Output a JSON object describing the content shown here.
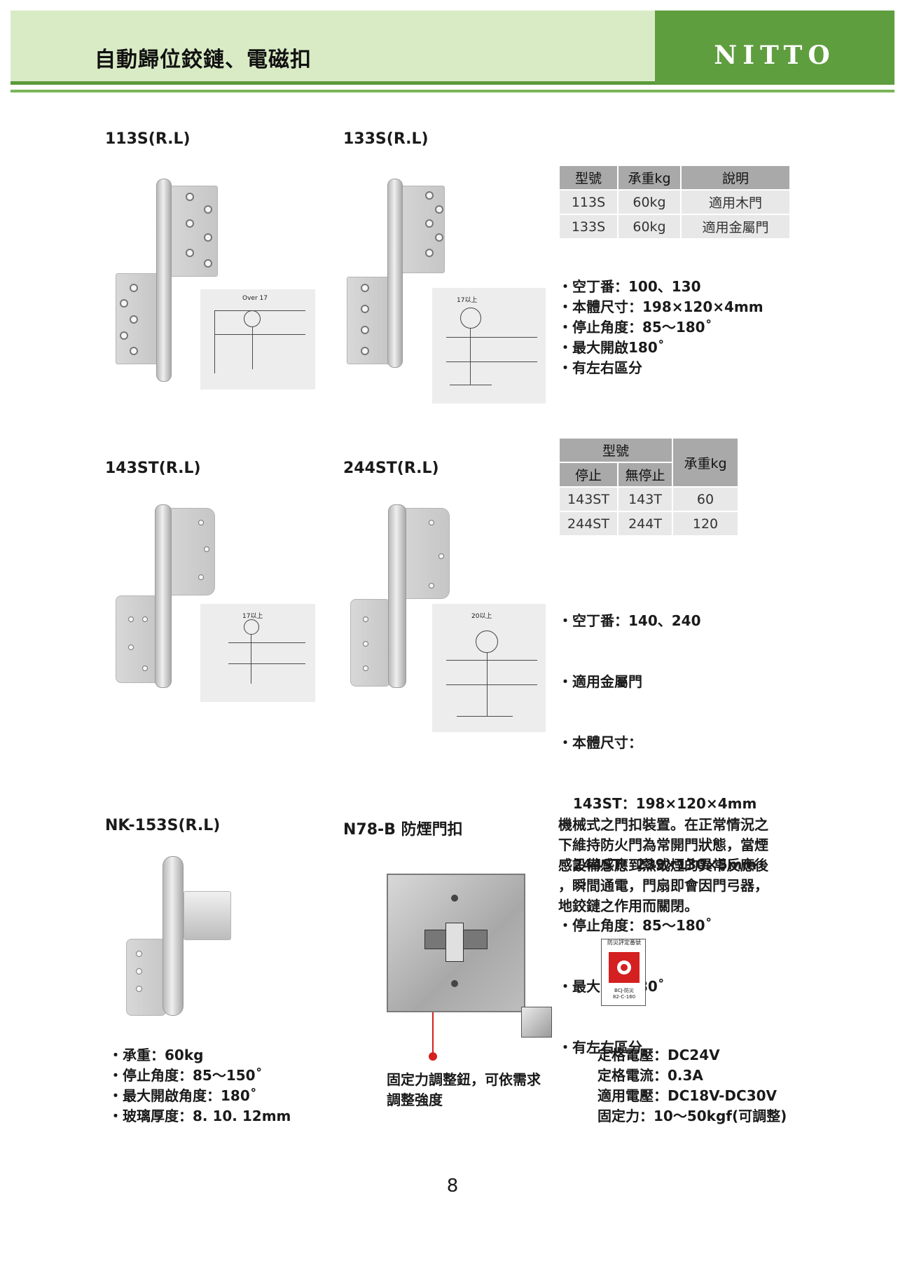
{
  "header": {
    "title": "自動歸位鉸鏈、電磁扣",
    "brand": "NITTO"
  },
  "section1": {
    "model_a": "113S(R.L)",
    "model_b": "133S(R.L)",
    "diagram_a_label": "Over 17",
    "diagram_b_label": "17以上",
    "table": {
      "headers": [
        "型號",
        "承重kg",
        "說明"
      ],
      "rows": [
        [
          "113S",
          "60kg",
          "適用木門"
        ],
        [
          "133S",
          "60kg",
          "適用金屬門"
        ]
      ]
    },
    "bullets": [
      "・空丁番：100、130",
      "・本體尺寸：198×120×4mm",
      "・停止角度：85〜180˚",
      "・最大開啟180˚",
      "・有左右區分"
    ]
  },
  "section2": {
    "model_a": "143ST(R.L)",
    "model_b": "244ST(R.L)",
    "diagram_a_label": "17以上",
    "diagram_b_label": "20以上",
    "table": {
      "header_group": "型號",
      "header_stop": "停止",
      "header_nostop": "無停止",
      "header_load": "承重kg",
      "rows": [
        [
          "143ST",
          "143T",
          "60"
        ],
        [
          "244ST",
          "244T",
          "120"
        ]
      ]
    },
    "bullets": [
      "・空丁番：140、240",
      "・適用金屬門",
      "・本體尺寸：",
      "   143ST：198×120×4mm",
      "   244ST：239×130×5mm",
      "・停止角度：85〜180˚",
      "・最大開啟180˚",
      "・有左右區分"
    ]
  },
  "section3": {
    "model_a": "NK-153S(R.L)",
    "model_b": "N78-B 防煙門扣",
    "description": [
      "機械式之門扣裝置。在正常情況之",
      "下維持防火門為常開門狀態，當煙",
      "感設備感應到熱或煙的異常反應後",
      "，瞬間通電，門扇即會因門弓器，",
      "地鉸鏈之作用而關閉。"
    ],
    "cert_label": "防災評定番號",
    "cert_code": "BCJ-防災",
    "cert_number": "82-C-160",
    "nk_bullets": [
      "・承重：60kg",
      "・停止角度：85〜150˚",
      "・最大開啟角度：180˚",
      "・玻璃厚度：8. 10. 12mm"
    ],
    "callout": [
      "固定力調整鈕，可依需求",
      "調整強度"
    ],
    "specs": [
      "定格電壓：DC24V",
      "定格電流：0.3A",
      "適用電壓：DC18V-DC30V",
      "固定力：10〜50kgf(可調整)"
    ]
  },
  "colors": {
    "header_bg": "#d9ebc4",
    "brand_bg": "#5f9e3e",
    "accent_red": "#d42020"
  },
  "page_number": "8"
}
